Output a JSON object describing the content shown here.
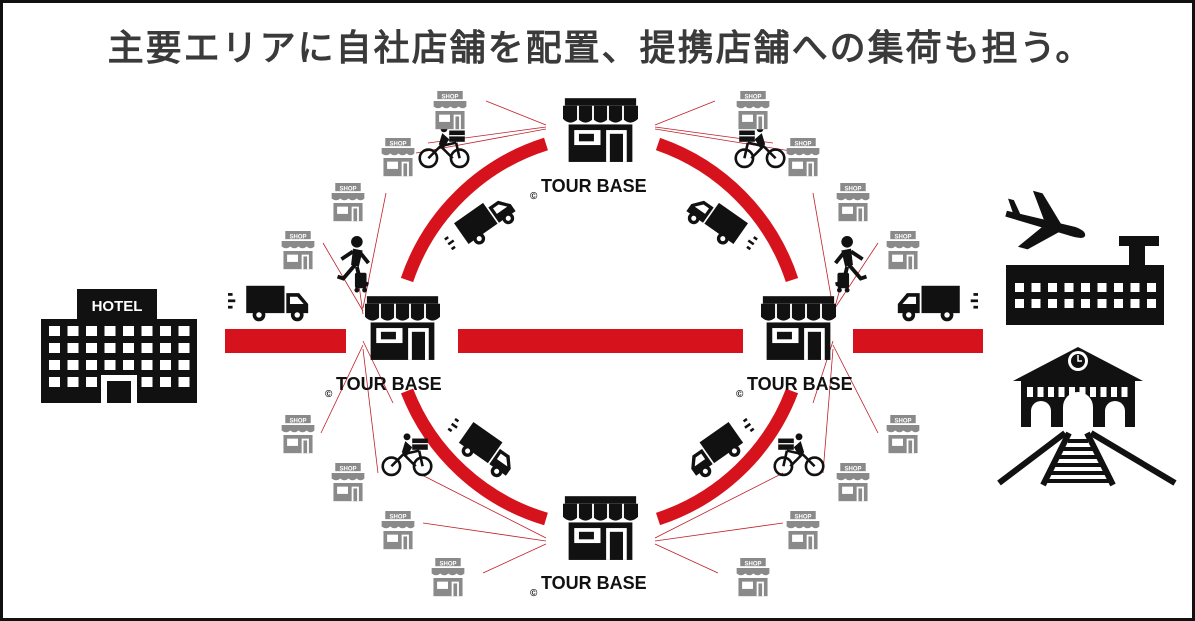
{
  "headline": "主要エリアに自社店舗を配置、提携店舗への集荷も担う。",
  "hotel_label": "HOTEL",
  "shop_label": "SHOP",
  "store_caption": "TOUR BASE",
  "copyright_symbol": "©",
  "colors": {
    "route": "#d6131d",
    "spoke": "#c0202a",
    "icon": "#111111",
    "shop_gray": "#8a8a8a"
  },
  "icons": [
    "hotel-icon",
    "airplane-icon",
    "airport-terminal-icon",
    "train-station-icon",
    "delivery-truck-icon",
    "cargo-bike-icon",
    "porter-icon",
    "store-icon",
    "shop-icon"
  ]
}
